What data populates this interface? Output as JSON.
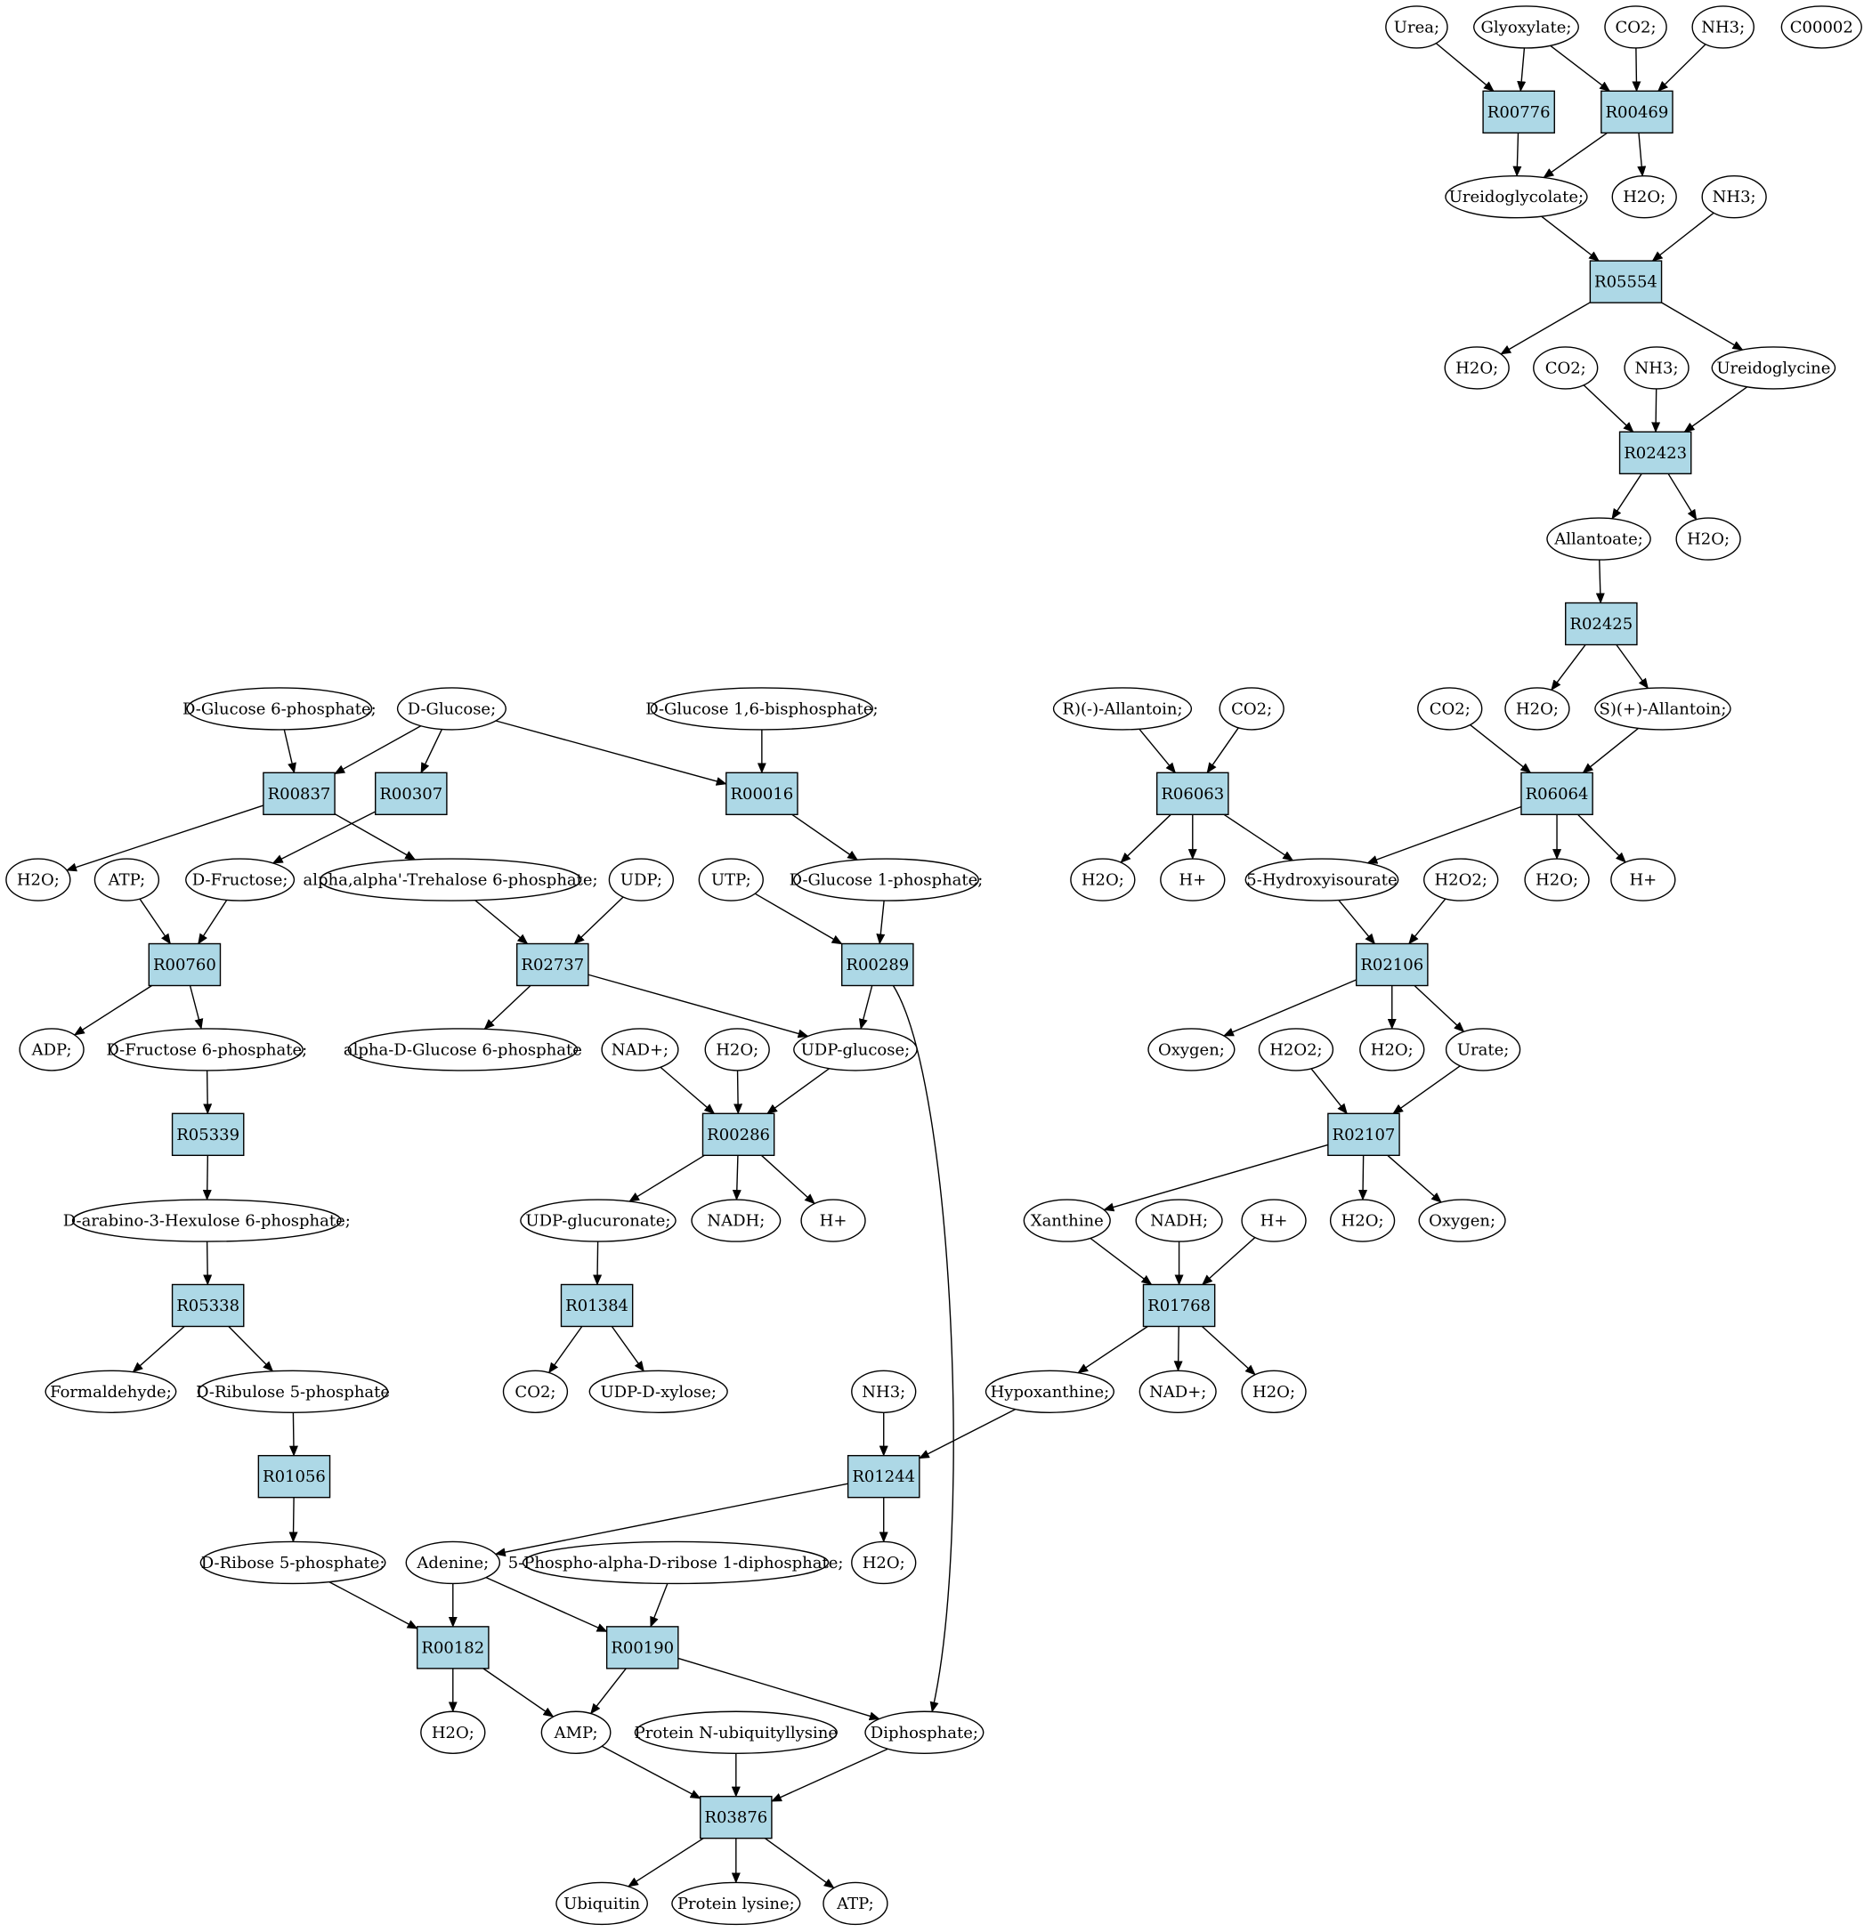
{
  "colors": {
    "reaction_fill": "#add8e6",
    "compound_fill": "#ffffff",
    "source_fill": "#00ff00",
    "target_fill": "#ffff00",
    "stroke": "#000000"
  },
  "nodes": [
    {
      "id": "urea",
      "label": "Urea;",
      "kind": "compound"
    },
    {
      "id": "glyoxylate",
      "label": "Glyoxylate;",
      "kind": "compound"
    },
    {
      "id": "co2_a",
      "label": "CO2;",
      "kind": "compound"
    },
    {
      "id": "nh3_a",
      "label": "NH3;",
      "kind": "compound"
    },
    {
      "id": "c00002",
      "label": "C00002",
      "kind": "target"
    },
    {
      "id": "R00776",
      "label": "R00776",
      "kind": "reaction"
    },
    {
      "id": "R00469",
      "label": "R00469",
      "kind": "reaction"
    },
    {
      "id": "ureidoglycolate",
      "label": "Ureidoglycolate;",
      "kind": "compound"
    },
    {
      "id": "h2o_a",
      "label": "H2O;",
      "kind": "compound"
    },
    {
      "id": "nh3_b",
      "label": "NH3;",
      "kind": "compound"
    },
    {
      "id": "R05554",
      "label": "R05554",
      "kind": "reaction"
    },
    {
      "id": "h2o_b",
      "label": "H2O;",
      "kind": "compound"
    },
    {
      "id": "co2_b",
      "label": "CO2;",
      "kind": "compound"
    },
    {
      "id": "nh3_c",
      "label": "NH3;",
      "kind": "compound"
    },
    {
      "id": "ureidoglycine",
      "label": "Ureidoglycine",
      "kind": "compound"
    },
    {
      "id": "R02423",
      "label": "R02423",
      "kind": "reaction"
    },
    {
      "id": "allantoate",
      "label": "Allantoate;",
      "kind": "compound"
    },
    {
      "id": "h2o_c",
      "label": "H2O;",
      "kind": "compound"
    },
    {
      "id": "R02425",
      "label": "R02425",
      "kind": "reaction"
    },
    {
      "id": "glc6p",
      "label": "D-Glucose 6-phosphate;",
      "kind": "compound"
    },
    {
      "id": "dglucose",
      "label": "D-Glucose;",
      "kind": "source"
    },
    {
      "id": "glc16bp",
      "label": "D-Glucose 1,6-bisphosphate;",
      "kind": "compound"
    },
    {
      "id": "r_allantoin",
      "label": "R)(-)-Allantoin;",
      "kind": "compound"
    },
    {
      "id": "co2_c",
      "label": "CO2;",
      "kind": "compound"
    },
    {
      "id": "co2_d",
      "label": "CO2;",
      "kind": "compound"
    },
    {
      "id": "h2o_d",
      "label": "H2O;",
      "kind": "compound"
    },
    {
      "id": "s_allantoin",
      "label": "S)(+)-Allantoin;",
      "kind": "compound"
    },
    {
      "id": "R00837",
      "label": "R00837",
      "kind": "reaction"
    },
    {
      "id": "R00307",
      "label": "R00307",
      "kind": "reaction"
    },
    {
      "id": "R00016",
      "label": "R00016",
      "kind": "reaction"
    },
    {
      "id": "R06063",
      "label": "R06063",
      "kind": "reaction"
    },
    {
      "id": "R06064",
      "label": "R06064",
      "kind": "reaction"
    },
    {
      "id": "h2o_e",
      "label": "H2O;",
      "kind": "compound"
    },
    {
      "id": "atp_a",
      "label": "ATP;",
      "kind": "compound"
    },
    {
      "id": "dfructose",
      "label": "D-Fructose;",
      "kind": "compound"
    },
    {
      "id": "trehalose6p",
      "label": "alpha,alpha'-Trehalose 6-phosphate;",
      "kind": "compound"
    },
    {
      "id": "udp",
      "label": "UDP;",
      "kind": "compound"
    },
    {
      "id": "utp",
      "label": "UTP;",
      "kind": "compound"
    },
    {
      "id": "glc1p",
      "label": "D-Glucose 1-phosphate;",
      "kind": "compound"
    },
    {
      "id": "h2o_f",
      "label": "H2O;",
      "kind": "compound"
    },
    {
      "id": "hplus_a",
      "label": "H+",
      "kind": "compound"
    },
    {
      "id": "hydroxyisourate",
      "label": "5-Hydroxyisourate",
      "kind": "compound"
    },
    {
      "id": "h2o2_a",
      "label": "H2O2;",
      "kind": "compound"
    },
    {
      "id": "h2o_g",
      "label": "H2O;",
      "kind": "compound"
    },
    {
      "id": "hplus_b",
      "label": "H+",
      "kind": "compound"
    },
    {
      "id": "R00760",
      "label": "R00760",
      "kind": "reaction"
    },
    {
      "id": "R02737",
      "label": "R02737",
      "kind": "reaction"
    },
    {
      "id": "R00289",
      "label": "R00289",
      "kind": "reaction"
    },
    {
      "id": "R02106",
      "label": "R02106",
      "kind": "reaction"
    },
    {
      "id": "adp",
      "label": "ADP;",
      "kind": "compound"
    },
    {
      "id": "fru6p",
      "label": "D-Fructose 6-phosphate;",
      "kind": "compound"
    },
    {
      "id": "aglc6p",
      "label": "alpha-D-Glucose 6-phosphate",
      "kind": "compound"
    },
    {
      "id": "nadplus_a",
      "label": "NAD+;",
      "kind": "compound"
    },
    {
      "id": "h2o_h",
      "label": "H2O;",
      "kind": "compound"
    },
    {
      "id": "udpglucose",
      "label": "UDP-glucose;",
      "kind": "compound"
    },
    {
      "id": "oxygen_a",
      "label": "Oxygen;",
      "kind": "compound"
    },
    {
      "id": "h2o2_b",
      "label": "H2O2;",
      "kind": "compound"
    },
    {
      "id": "h2o_i",
      "label": "H2O;",
      "kind": "compound"
    },
    {
      "id": "urate",
      "label": "Urate;",
      "kind": "compound"
    },
    {
      "id": "R05339",
      "label": "R05339",
      "kind": "reaction"
    },
    {
      "id": "R00286",
      "label": "R00286",
      "kind": "reaction"
    },
    {
      "id": "R02107",
      "label": "R02107",
      "kind": "reaction"
    },
    {
      "id": "hexulose6p",
      "label": "D-arabino-3-Hexulose 6-phosphate;",
      "kind": "compound"
    },
    {
      "id": "udpglucuronate",
      "label": "UDP-glucuronate;",
      "kind": "compound"
    },
    {
      "id": "nadh_a",
      "label": "NADH;",
      "kind": "compound"
    },
    {
      "id": "hplus_c",
      "label": "H+",
      "kind": "compound"
    },
    {
      "id": "xanthine",
      "label": "Xanthine",
      "kind": "compound"
    },
    {
      "id": "nadh_b",
      "label": "NADH;",
      "kind": "compound"
    },
    {
      "id": "hplus_d",
      "label": "H+",
      "kind": "compound"
    },
    {
      "id": "h2o_j",
      "label": "H2O;",
      "kind": "compound"
    },
    {
      "id": "oxygen_b",
      "label": "Oxygen;",
      "kind": "compound"
    },
    {
      "id": "R05338",
      "label": "R05338",
      "kind": "reaction"
    },
    {
      "id": "R01384",
      "label": "R01384",
      "kind": "reaction"
    },
    {
      "id": "R01768",
      "label": "R01768",
      "kind": "reaction"
    },
    {
      "id": "formaldehyde",
      "label": "Formaldehyde;",
      "kind": "compound"
    },
    {
      "id": "ribulose5p",
      "label": "D-Ribulose 5-phosphate",
      "kind": "compound"
    },
    {
      "id": "co2_e",
      "label": "CO2;",
      "kind": "compound"
    },
    {
      "id": "udpxylose",
      "label": "UDP-D-xylose;",
      "kind": "compound"
    },
    {
      "id": "nh3_d",
      "label": "NH3;",
      "kind": "compound"
    },
    {
      "id": "hypoxanthine",
      "label": "Hypoxanthine;",
      "kind": "compound"
    },
    {
      "id": "nadplus_b",
      "label": "NAD+;",
      "kind": "compound"
    },
    {
      "id": "h2o_k",
      "label": "H2O;",
      "kind": "compound"
    },
    {
      "id": "R01056",
      "label": "R01056",
      "kind": "reaction"
    },
    {
      "id": "R01244",
      "label": "R01244",
      "kind": "reaction"
    },
    {
      "id": "ribose5p",
      "label": "D-Ribose 5-phosphate;",
      "kind": "compound"
    },
    {
      "id": "adenine",
      "label": "Adenine;",
      "kind": "compound"
    },
    {
      "id": "prpp",
      "label": "5-Phospho-alpha-D-ribose 1-diphosphate;",
      "kind": "compound"
    },
    {
      "id": "h2o_l",
      "label": "H2O;",
      "kind": "compound"
    },
    {
      "id": "R00182",
      "label": "R00182",
      "kind": "reaction"
    },
    {
      "id": "R00190",
      "label": "R00190",
      "kind": "reaction"
    },
    {
      "id": "h2o_m",
      "label": "H2O;",
      "kind": "compound"
    },
    {
      "id": "amp",
      "label": "AMP;",
      "kind": "compound"
    },
    {
      "id": "ubiquityllysine",
      "label": "Protein N-ubiquityllysine",
      "kind": "compound"
    },
    {
      "id": "diphosphate",
      "label": "Diphosphate;",
      "kind": "compound"
    },
    {
      "id": "R03876",
      "label": "R03876",
      "kind": "reaction"
    },
    {
      "id": "ubiquitin",
      "label": "Ubiquitin",
      "kind": "compound"
    },
    {
      "id": "proteinlysine",
      "label": "Protein lysine;",
      "kind": "compound"
    },
    {
      "id": "atp_b",
      "label": "ATP;",
      "kind": "compound"
    }
  ],
  "edges": [
    [
      "urea",
      "R00776"
    ],
    [
      "glyoxylate",
      "R00776"
    ],
    [
      "glyoxylate",
      "R00469"
    ],
    [
      "co2_a",
      "R00469"
    ],
    [
      "nh3_a",
      "R00469"
    ],
    [
      "R00776",
      "ureidoglycolate"
    ],
    [
      "R00469",
      "ureidoglycolate"
    ],
    [
      "R00469",
      "h2o_a"
    ],
    [
      "ureidoglycolate",
      "R05554"
    ],
    [
      "nh3_b",
      "R05554"
    ],
    [
      "R05554",
      "h2o_b"
    ],
    [
      "R05554",
      "ureidoglycine"
    ],
    [
      "co2_b",
      "R02423"
    ],
    [
      "nh3_c",
      "R02423"
    ],
    [
      "ureidoglycine",
      "R02423"
    ],
    [
      "R02423",
      "allantoate"
    ],
    [
      "R02423",
      "h2o_c"
    ],
    [
      "allantoate",
      "R02425"
    ],
    [
      "R02425",
      "h2o_d"
    ],
    [
      "R02425",
      "s_allantoin"
    ],
    [
      "glc6p",
      "R00837"
    ],
    [
      "dglucose",
      "R00837"
    ],
    [
      "dglucose",
      "R00307"
    ],
    [
      "dglucose",
      "R00016"
    ],
    [
      "glc16bp",
      "R00016"
    ],
    [
      "r_allantoin",
      "R06063"
    ],
    [
      "co2_c",
      "R06063"
    ],
    [
      "co2_d",
      "R06064"
    ],
    [
      "s_allantoin",
      "R06064"
    ],
    [
      "R00837",
      "h2o_e"
    ],
    [
      "R00837",
      "trehalose6p"
    ],
    [
      "R00307",
      "dfructose"
    ],
    [
      "R00016",
      "glc1p"
    ],
    [
      "R06063",
      "h2o_f"
    ],
    [
      "R06063",
      "hplus_a"
    ],
    [
      "R06063",
      "hydroxyisourate"
    ],
    [
      "R06064",
      "hydroxyisourate"
    ],
    [
      "R06064",
      "h2o_g"
    ],
    [
      "R06064",
      "hplus_b"
    ],
    [
      "atp_a",
      "R00760"
    ],
    [
      "dfructose",
      "R00760"
    ],
    [
      "trehalose6p",
      "R02737"
    ],
    [
      "udp",
      "R02737"
    ],
    [
      "utp",
      "R00289"
    ],
    [
      "glc1p",
      "R00289"
    ],
    [
      "hydroxyisourate",
      "R02106"
    ],
    [
      "h2o2_a",
      "R02106"
    ],
    [
      "R00760",
      "adp"
    ],
    [
      "R00760",
      "fru6p"
    ],
    [
      "R02737",
      "aglc6p"
    ],
    [
      "R02737",
      "udpglucose"
    ],
    [
      "R00289",
      "udpglucose"
    ],
    [
      "R00289",
      "diphosphate"
    ],
    [
      "R02106",
      "oxygen_a"
    ],
    [
      "R02106",
      "h2o_i"
    ],
    [
      "R02106",
      "urate"
    ],
    [
      "fru6p",
      "R05339"
    ],
    [
      "nadplus_a",
      "R00286"
    ],
    [
      "h2o_h",
      "R00286"
    ],
    [
      "udpglucose",
      "R00286"
    ],
    [
      "h2o2_b",
      "R02107"
    ],
    [
      "urate",
      "R02107"
    ],
    [
      "R05339",
      "hexulose6p"
    ],
    [
      "R00286",
      "udpglucuronate"
    ],
    [
      "R00286",
      "nadh_a"
    ],
    [
      "R00286",
      "hplus_c"
    ],
    [
      "R02107",
      "xanthine"
    ],
    [
      "R02107",
      "h2o_j"
    ],
    [
      "R02107",
      "oxygen_b"
    ],
    [
      "hexulose6p",
      "R05338"
    ],
    [
      "udpglucuronate",
      "R01384"
    ],
    [
      "xanthine",
      "R01768"
    ],
    [
      "nadh_b",
      "R01768"
    ],
    [
      "hplus_d",
      "R01768"
    ],
    [
      "R05338",
      "formaldehyde"
    ],
    [
      "R05338",
      "ribulose5p"
    ],
    [
      "R01384",
      "co2_e"
    ],
    [
      "R01384",
      "udpxylose"
    ],
    [
      "R01768",
      "hypoxanthine"
    ],
    [
      "R01768",
      "nadplus_b"
    ],
    [
      "R01768",
      "h2o_k"
    ],
    [
      "ribulose5p",
      "R01056"
    ],
    [
      "nh3_d",
      "R01244"
    ],
    [
      "hypoxanthine",
      "R01244"
    ],
    [
      "R01056",
      "ribose5p"
    ],
    [
      "R01244",
      "adenine"
    ],
    [
      "R01244",
      "h2o_l"
    ],
    [
      "ribose5p",
      "R00182"
    ],
    [
      "adenine",
      "R00182"
    ],
    [
      "adenine",
      "R00190"
    ],
    [
      "prpp",
      "R00190"
    ],
    [
      "R00182",
      "h2o_m"
    ],
    [
      "R00182",
      "amp"
    ],
    [
      "R00190",
      "amp"
    ],
    [
      "R00190",
      "diphosphate"
    ],
    [
      "amp",
      "R03876"
    ],
    [
      "ubiquityllysine",
      "R03876"
    ],
    [
      "diphosphate",
      "R03876"
    ],
    [
      "R03876",
      "ubiquitin"
    ],
    [
      "R03876",
      "proteinlysine"
    ],
    [
      "R03876",
      "atp_b"
    ]
  ]
}
